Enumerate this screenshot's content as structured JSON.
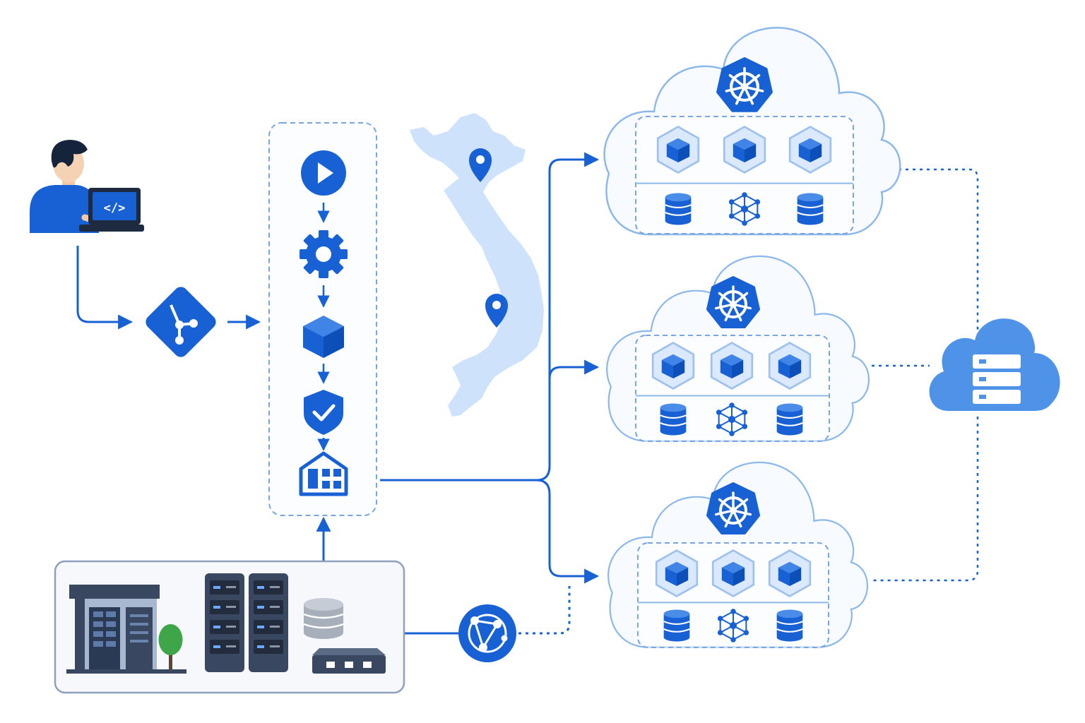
{
  "colors": {
    "primary": "#1761d4",
    "primary_dark": "#0d4fb8",
    "cloud_stroke": "#8db8ea",
    "cloud_fill": "#f7faff",
    "light_fill": "#e4efff",
    "dashed": "#79a6e2",
    "map_fill": "#cfe2fb",
    "storage_cloud": "#4f93e8",
    "onprem_stroke": "#8fa0bb",
    "onprem_fill": "#f6f8fb",
    "navy": "#394760",
    "grey": "#a7afba",
    "tree": "#3ea548"
  },
  "icons": {
    "developer": "developer-with-laptop-icon",
    "laptop_glyph": "</>",
    "git": "git-icon",
    "pipeline_steps": [
      "play-icon",
      "gear-icon",
      "cube-icon",
      "shield-check-icon",
      "registry-icon"
    ],
    "map": "vietnam-map",
    "map_pins": [
      "location-pin-icon-north",
      "location-pin-icon-south"
    ],
    "cluster_header": "kubernetes-helm-icon",
    "cluster_pods": [
      "pod-cube-icon",
      "pod-cube-icon",
      "pod-cube-icon"
    ],
    "cluster_services": [
      "database-icon",
      "network-mesh-icon",
      "database-icon"
    ],
    "storage": "cloud-storage-server-icon",
    "onprem": [
      "data-center-building-icon",
      "server-rack-icon",
      "server-rack-icon",
      "database-cylinder-icon",
      "network-switch-icon"
    ],
    "network_hub": "network-hub-icon"
  },
  "clusters": [
    "cluster-1",
    "cluster-2",
    "cluster-3"
  ]
}
